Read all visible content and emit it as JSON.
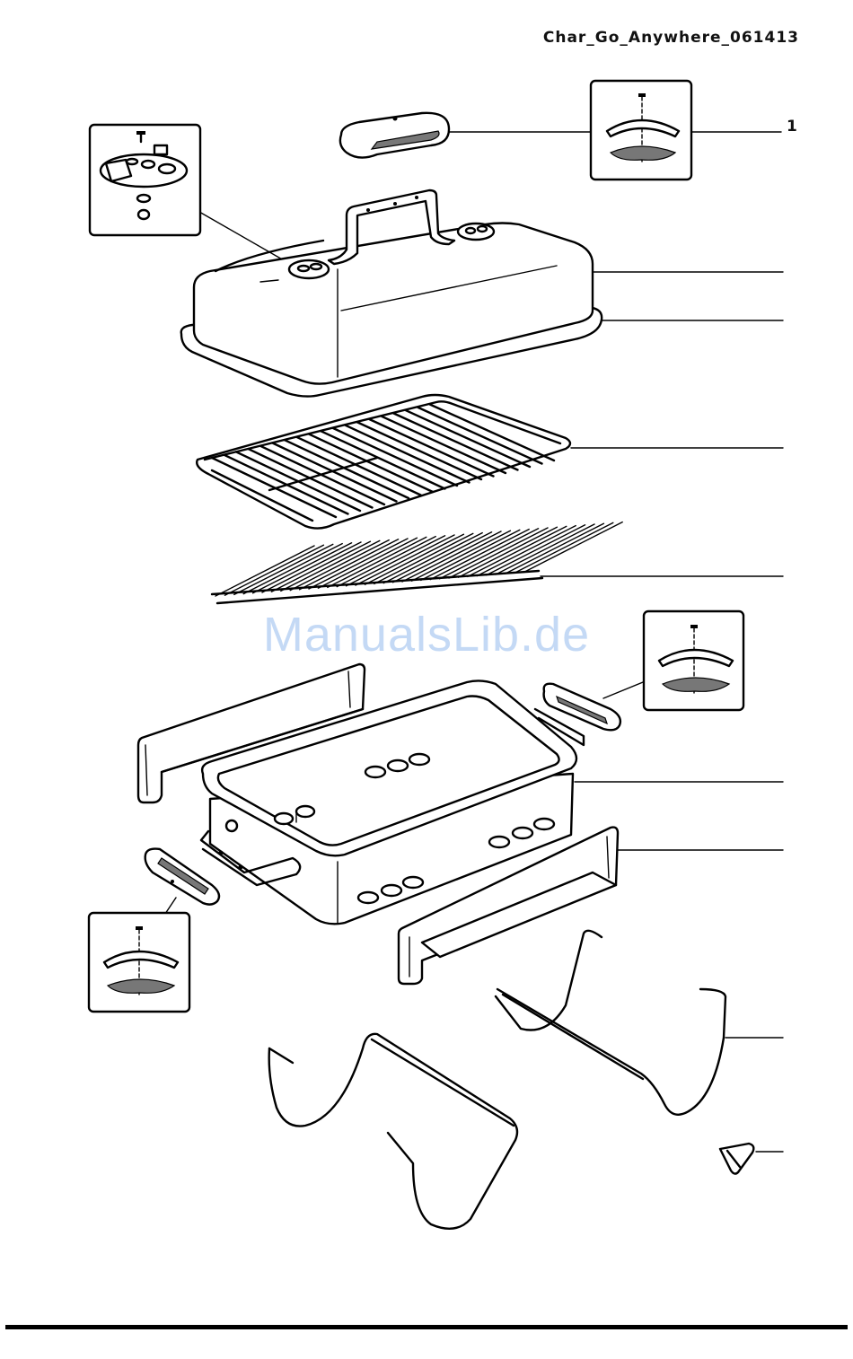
{
  "document": {
    "title": "Char_Go_Anywhere_061413"
  },
  "callouts": {
    "part_1_label": "1"
  },
  "watermark": {
    "text": "ManualsLib.de"
  },
  "diagram": {
    "type": "exploded parts view",
    "parts": [
      "lid-handle",
      "lid-damper",
      "lid",
      "cooking-grate",
      "charcoal-grate",
      "side-handle",
      "bowl",
      "leg-bracket",
      "legs",
      "leg-clip"
    ],
    "callout_leader_count": 9
  }
}
